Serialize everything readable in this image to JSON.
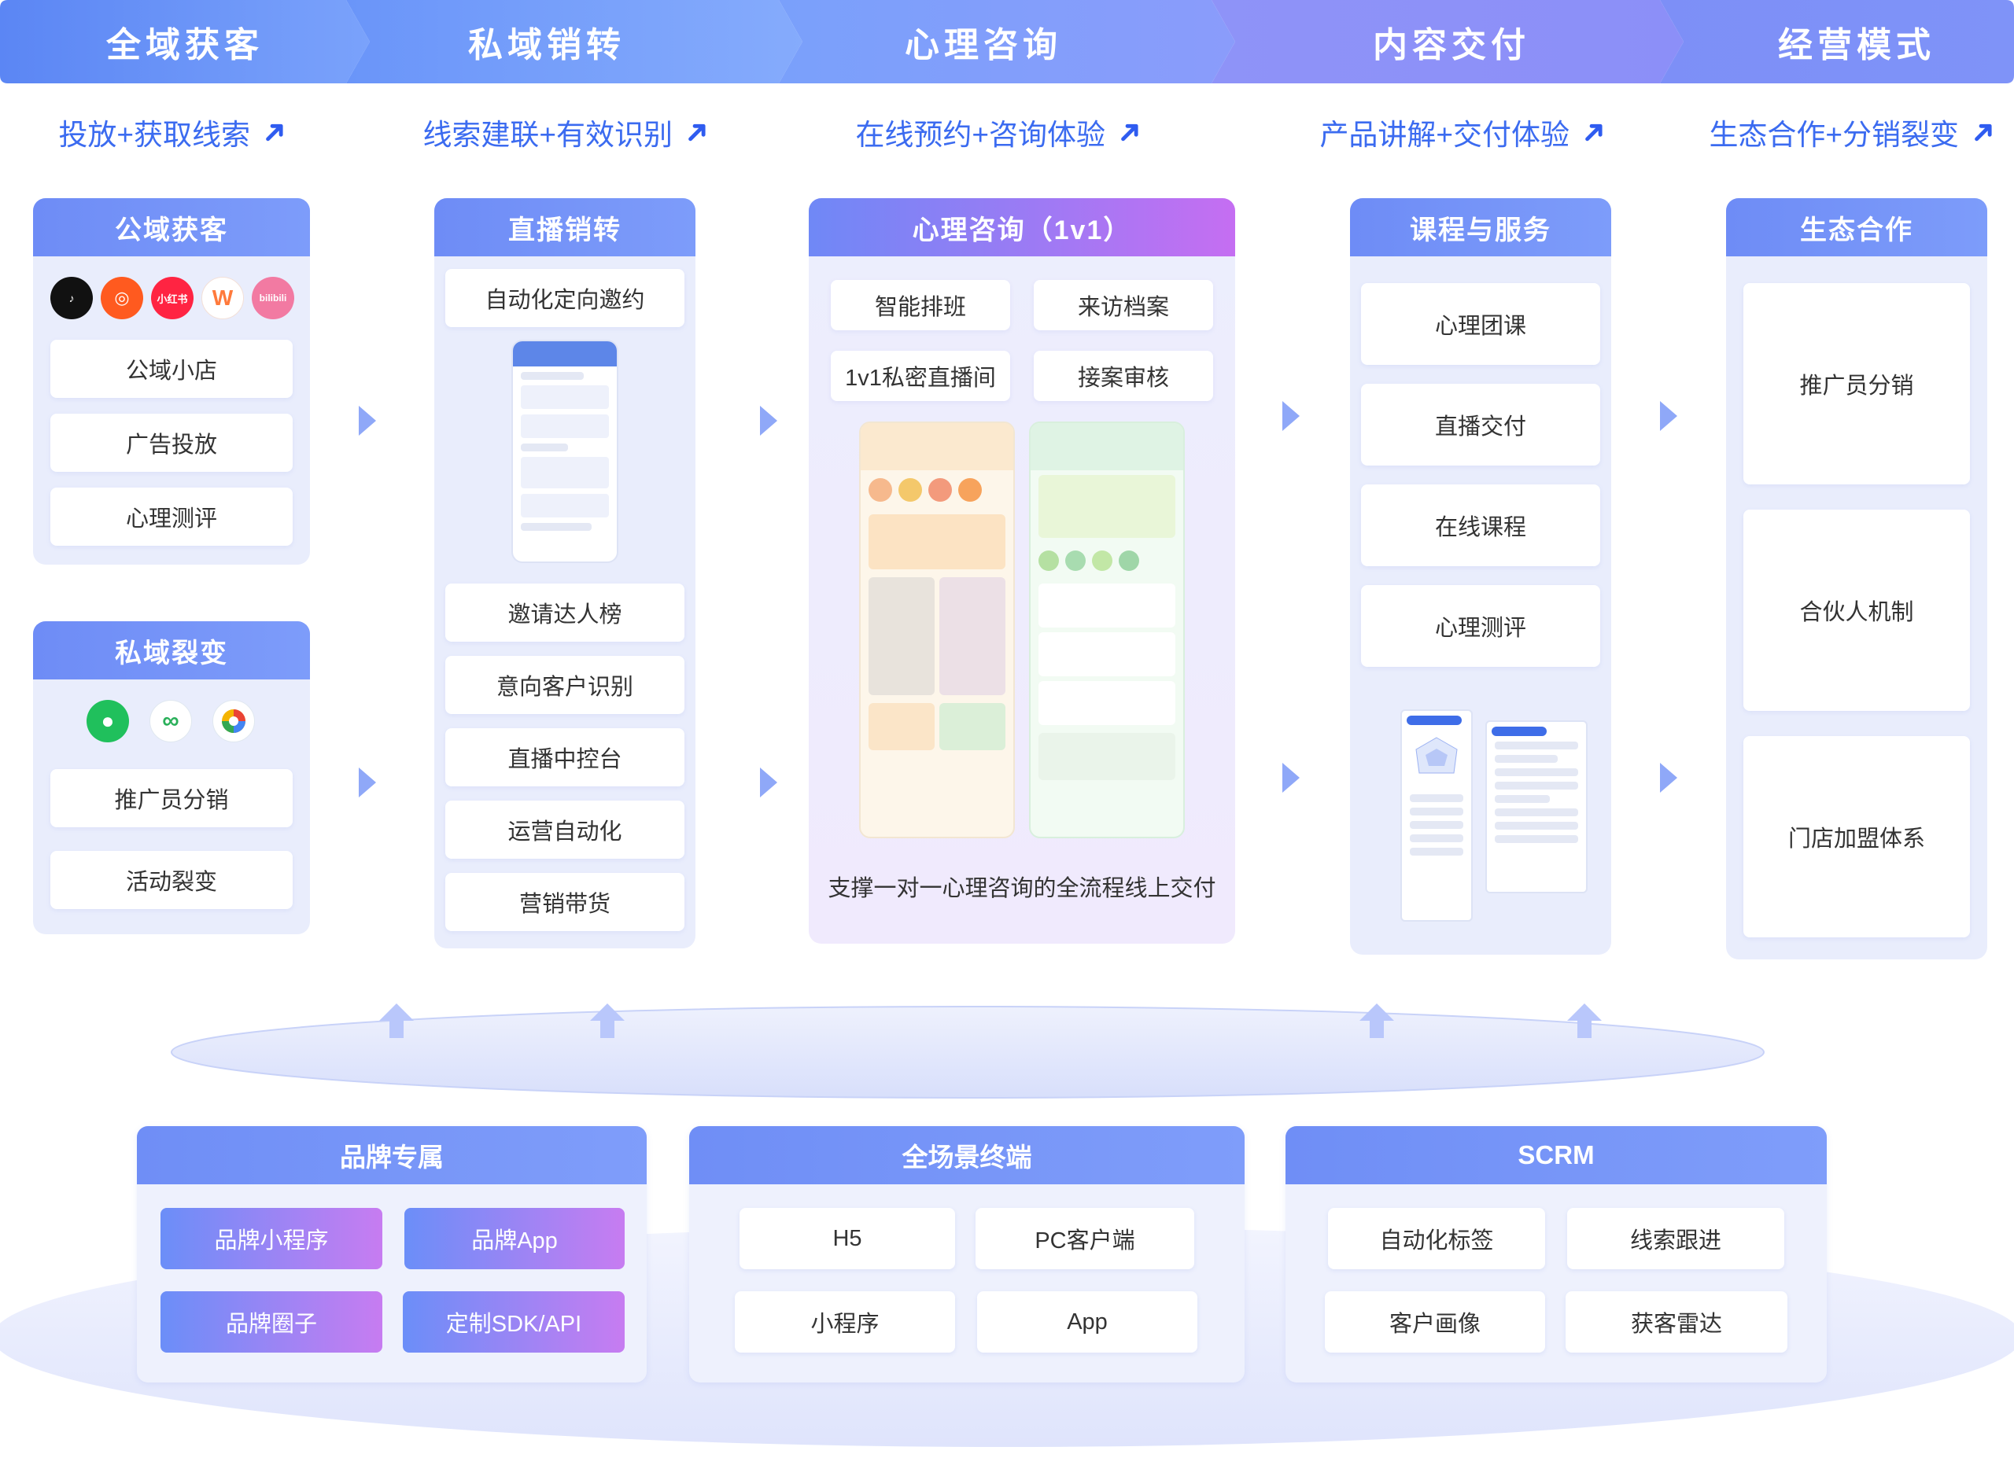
{
  "stages": [
    {
      "title": "全域获客",
      "subtitle": "投放+获取线索"
    },
    {
      "title": "私域销转",
      "subtitle": "线索建联+有效识别"
    },
    {
      "title": "心理咨询",
      "subtitle": "在线预约+咨询体验"
    },
    {
      "title": "内容交付",
      "subtitle": "产品讲解+交付体验"
    },
    {
      "title": "经营模式",
      "subtitle": "生态合作+分销裂变"
    }
  ],
  "acquire": {
    "title": "公域获客",
    "logos": [
      {
        "icon": "douyin-icon",
        "label": "♪"
      },
      {
        "icon": "kuaishou-icon",
        "label": "◎"
      },
      {
        "icon": "xiaohongshu-icon",
        "label": "小红书"
      },
      {
        "icon": "weibo-icon",
        "label": "W"
      },
      {
        "icon": "bilibili-icon",
        "label": "bilibili"
      }
    ],
    "items": [
      "公域小店",
      "广告投放",
      "心理测评"
    ]
  },
  "fission": {
    "title": "私域裂变",
    "items": [
      "推广员分销",
      "活动裂变"
    ]
  },
  "live": {
    "title": "直播销转",
    "top_item": "自动化定向邀约",
    "items": [
      "邀请达人榜",
      "意向客户识别",
      "直播中控台",
      "运营自动化",
      "营销带货"
    ]
  },
  "consult": {
    "title": "心理咨询（1v1）",
    "items": [
      "智能排班",
      "来访档案",
      "1v1私密直播间",
      "接案审核"
    ],
    "caption": "支撑一对一心理咨询的全流程线上交付"
  },
  "course": {
    "title": "课程与服务",
    "items": [
      "心理团课",
      "直播交付",
      "在线课程",
      "心理测评"
    ]
  },
  "eco": {
    "title": "生态合作",
    "items": [
      "推广员分销",
      "合伙人机制",
      "门店加盟体系"
    ]
  },
  "brand": {
    "title": "品牌专属",
    "items": [
      "品牌小程序",
      "品牌App",
      "品牌圈子",
      "定制SDK/API"
    ]
  },
  "terminal": {
    "title": "全场景终端",
    "items": [
      "H5",
      "PC客户端",
      "小程序",
      "App"
    ]
  },
  "scrm": {
    "title": "SCRM",
    "items": [
      "自动化标签",
      "线索跟进",
      "客户画像",
      "获客雷达"
    ]
  },
  "colors": {
    "accent": "#6e8cf6",
    "subtitle": "#3b6bf0",
    "panel": "#e9edfc",
    "gradient_end": "#c77cf1"
  }
}
